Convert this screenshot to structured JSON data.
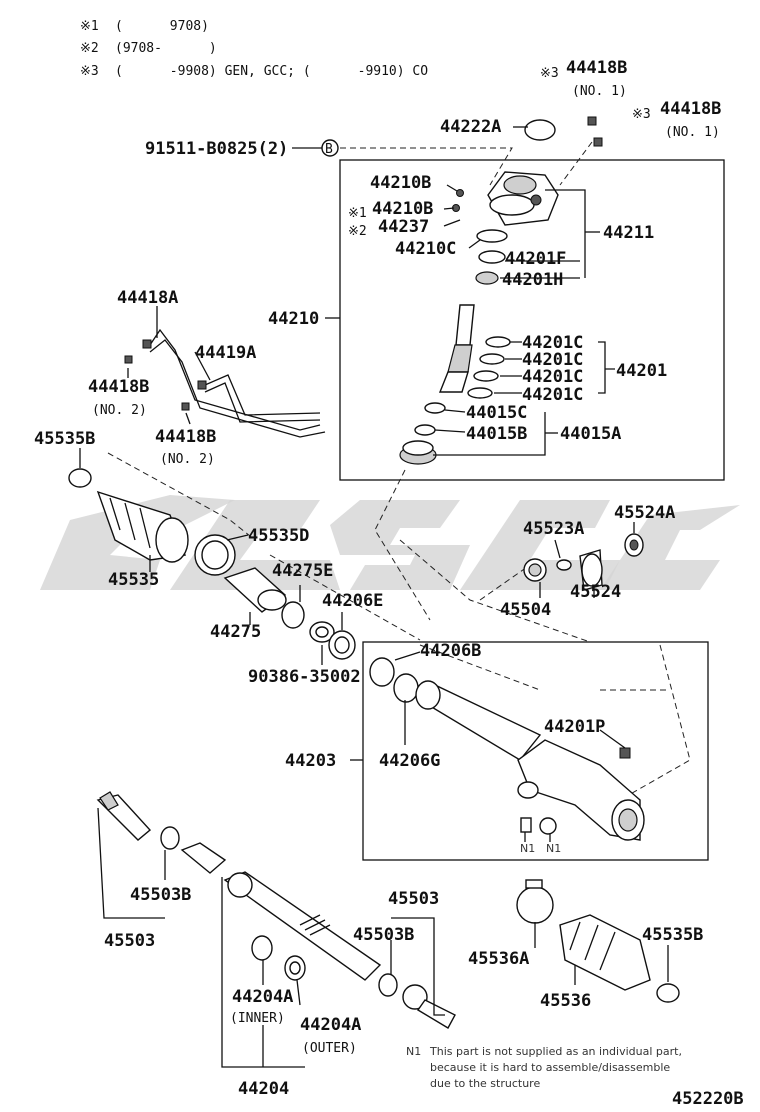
{
  "header_notes": [
    {
      "mark": "※1",
      "text": "(      9708)"
    },
    {
      "mark": "※2",
      "text": "(9708-      )"
    },
    {
      "mark": "※3",
      "text": "(      -9908) GEN, GCC; (      -9910) CO"
    }
  ],
  "callouts": {
    "p44418B_top": {
      "code": "44418B",
      "sub": "(NO. 1)",
      "mark": "※3"
    },
    "p44418B_right": {
      "code": "44418B",
      "sub": "(NO. 1)",
      "mark": "※3"
    },
    "p44222A": {
      "code": "44222A"
    },
    "p91511": {
      "code": "91511-B0825(2)",
      "ref": "B"
    },
    "p44210B_a": {
      "code": "44210B"
    },
    "p44210B_b": {
      "code": "44210B",
      "mark": "※1"
    },
    "p44237": {
      "code": "44237",
      "mark": "※2"
    },
    "p44210C": {
      "code": "44210C"
    },
    "p44201F": {
      "code": "44201F"
    },
    "p44201H": {
      "code": "44201H"
    },
    "p44211": {
      "code": "44211"
    },
    "p44210": {
      "code": "44210"
    },
    "p44201C_1": {
      "code": "44201C"
    },
    "p44201C_2": {
      "code": "44201C"
    },
    "p44201C_3": {
      "code": "44201C"
    },
    "p44201C_4": {
      "code": "44201C"
    },
    "p44201": {
      "code": "44201"
    },
    "p44015C": {
      "code": "44015C"
    },
    "p44015B": {
      "code": "44015B"
    },
    "p44015A": {
      "code": "44015A"
    },
    "p44418A": {
      "code": "44418A"
    },
    "p44419A": {
      "code": "44419A"
    },
    "p44418B_no2a": {
      "code": "44418B",
      "sub": "(NO. 2)"
    },
    "p44418B_no2b": {
      "code": "44418B",
      "sub": "(NO. 2)"
    },
    "p45535B_top": {
      "code": "45535B"
    },
    "p45535D": {
      "code": "45535D"
    },
    "p45535": {
      "code": "45535"
    },
    "p44275E": {
      "code": "44275E"
    },
    "p44275": {
      "code": "44275"
    },
    "p44206E": {
      "code": "44206E"
    },
    "p90386": {
      "code": "90386-35002"
    },
    "p45523A": {
      "code": "45523A"
    },
    "p45524A": {
      "code": "45524A"
    },
    "p45504": {
      "code": "45504"
    },
    "p45524": {
      "code": "45524"
    },
    "p44206B": {
      "code": "44206B"
    },
    "p44201P": {
      "code": "44201P"
    },
    "p44203": {
      "code": "44203"
    },
    "p44206G": {
      "code": "44206G"
    },
    "p45503B_left": {
      "code": "45503B"
    },
    "p45503_left": {
      "code": "45503"
    },
    "p45503_right": {
      "code": "45503"
    },
    "p45503B_right": {
      "code": "45503B"
    },
    "p45536A": {
      "code": "45536A"
    },
    "p45535B_bottom": {
      "code": "45535B"
    },
    "p45536": {
      "code": "45536"
    },
    "p44204A_inner": {
      "code": "44204A",
      "sub": "(INNER)"
    },
    "p44204A_outer": {
      "code": "44204A",
      "sub": "(OUTER)"
    },
    "p44204": {
      "code": "44204"
    },
    "n1_a": {
      "code": "N1"
    },
    "n1_b": {
      "code": "N1"
    }
  },
  "footnote": {
    "mark": "N1",
    "lines": [
      "This part is not supplied as an individual part,",
      "because it is hard to assemble/disassemble",
      "due to the structure"
    ]
  },
  "diagram_id": "452220B"
}
